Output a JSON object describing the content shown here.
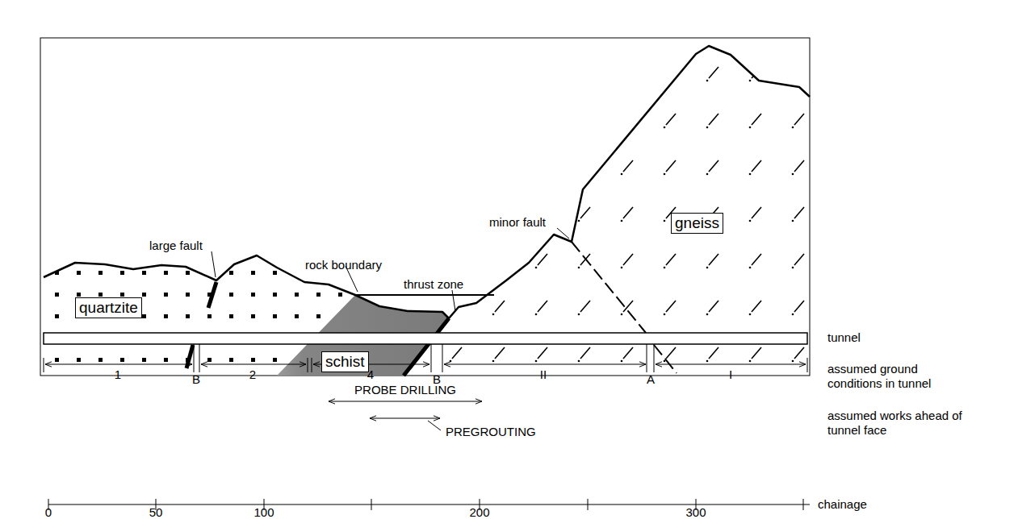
{
  "diagram": {
    "nodes": [
      {
        "text": [
          "quartzite"
        ]
      },
      {
        "text": [
          "schist"
        ]
      },
      {
        "text": [
          "gneiss"
        ]
      }
    ],
    "labels": [
      "large fault",
      "rock boundary",
      "thrust zone",
      "minor fault",
      "tunnel",
      "1",
      "B",
      "2",
      "4",
      "B",
      "II",
      "A",
      "I",
      "assumed ground conditions in tunnel",
      "PROBE DRILLING",
      "PREGROUTING",
      "assumed works ahead of tunnel face",
      "0",
      "50",
      "100",
      "200",
      "300",
      "chainage"
    ]
  }
}
